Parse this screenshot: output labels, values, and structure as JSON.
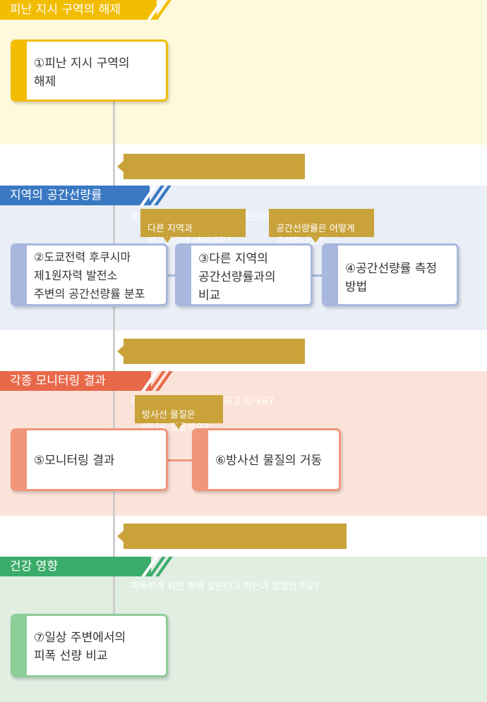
{
  "colors": {
    "yellow": "#f2bd00",
    "yellow_bg": "#fef9dc",
    "blue": "#3a78c2",
    "blue_bg": "#e9eef7",
    "blue_card": "#a8b7dd",
    "coral": "#e8694a",
    "coral_bg": "#fce3d9",
    "coral_card": "#f0967a",
    "green": "#3aac6a",
    "green_bg": "#e1eee2",
    "green_card": "#8ccd98",
    "question": "#c9a23a"
  },
  "sections": {
    "s1": "피난 지시 구역의 해제",
    "s2": "지역의 공간선량률",
    "s3": "각종 모니터링 결과",
    "s4": "건강 영향"
  },
  "cards": {
    "c1": "①피난 지시 구역의\n   해제",
    "c2": "②도쿄전력 후쿠시마\n   제1원자력 발전소\n   주변의 공간선량률 분포",
    "c3": "③다른 지역의\n   공간선량률과의\n   비교",
    "c4": "④공간선량률 측정\n   방법",
    "c5": "⑤모니터링 결과",
    "c6": "⑥방사선 물질의 거동",
    "c7": "⑦일상 주변에서의\n   피폭 선량 비교"
  },
  "questions": {
    "q1": "후쿠시마의 방사선량 현황은 어떤가요?",
    "q2": "다른 지역과\n비교한다면 어떤가요?",
    "q3": "공간선량률은 어떻게\n측정하나요?",
    "q4": "측정 결과는 어디서 공개되고 있나요?",
    "q5": "방사선 물질은\n어디로 갔을까요?",
    "q6": "피폭하게 되면 병에 걸린다고 하는데 정말인가요?"
  }
}
